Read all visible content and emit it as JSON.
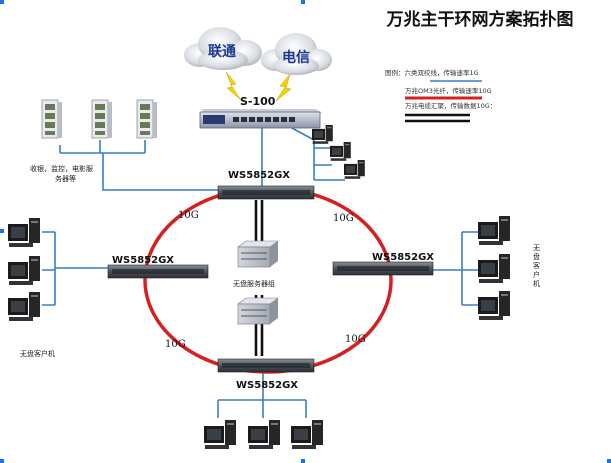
{
  "title": "万兆主干环网方案拓扑图",
  "isp": {
    "unicom": "联通",
    "telecom": "电信"
  },
  "router": {
    "label": "S-100"
  },
  "switches": {
    "top": "WS5852GX",
    "left": "WS5852GX",
    "right": "WS5852GX",
    "bottom": "WS5852GX"
  },
  "links": {
    "top_left": "10G",
    "top_right": "10G",
    "bottom_left": "10G",
    "bottom_right": "10G"
  },
  "legend": {
    "cat6": "图例：六类双绞线，传输速率1G",
    "om3": "万兆OM3光纤，传输速率10G",
    "stack": "万兆电缆汇聚，传输数据10G："
  },
  "labels": {
    "servers_left": [
      "收银，监控，电影服",
      "务器等"
    ],
    "diskless_servers": "无盘服务器组",
    "clients_left": "无盘客户机",
    "clients_right": [
      "无",
      "盘",
      "客",
      "户",
      "机"
    ]
  },
  "colors": {
    "ring": "#d62020",
    "cat6": "#3a7fc0",
    "dark": "#111111"
  }
}
